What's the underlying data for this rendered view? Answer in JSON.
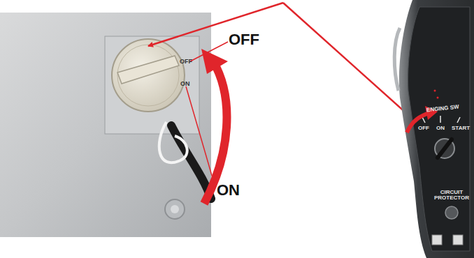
{
  "diagram": {
    "labels": [
      "OFF",
      "ON",
      "OFF",
      "ON",
      "ENGING SW",
      "OFF",
      "ON",
      "START",
      "CIRCUIT PROTECTOR"
    ]
  }
}
